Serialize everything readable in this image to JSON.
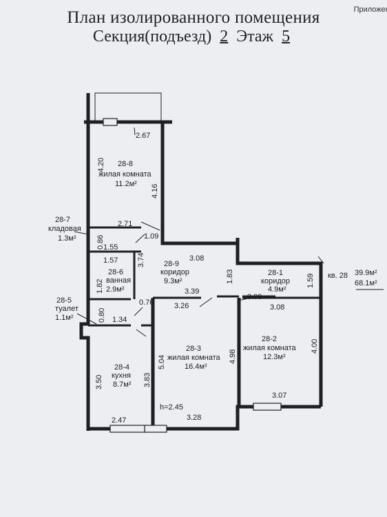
{
  "header": {
    "title": "План изолированного помещения",
    "section_label": "Секция(подъезд)",
    "section_value": "2",
    "floor_label": "Этаж",
    "floor_value": "5",
    "corner_text": "Приложени"
  },
  "apartment": {
    "label": "кв. 28",
    "living_area": "39.9м²",
    "total_area": "68.1м²"
  },
  "rooms": {
    "r288": {
      "id": "28-8",
      "name": "жилая комната",
      "area": "11.2м²"
    },
    "r287": {
      "id": "28-7",
      "name": "кладовая",
      "area": "1.3м²"
    },
    "r286": {
      "id": "28-6",
      "name": "ванная",
      "area": "2.9м²"
    },
    "r285": {
      "id": "28-5",
      "name": "туалет",
      "area": "1.1м²"
    },
    "r284": {
      "id": "28-4",
      "name": "кухня",
      "area": "8.7м²"
    },
    "r289": {
      "id": "28-9",
      "name": "коридор",
      "area": "9.3м²"
    },
    "r283": {
      "id": "28-3",
      "name": "жилая комната",
      "area": "16.4м²"
    },
    "r282": {
      "id": "28-2",
      "name": "жилая комната",
      "area": "12.3м²"
    },
    "r281": {
      "id": "28-1",
      "name": "коридор",
      "area": "4.9м²"
    }
  },
  "dimensions": {
    "d267": "2.67",
    "d420": "4.20",
    "d416": "4.16",
    "d271": "2.71",
    "d109": "1.09",
    "d086": "0.86",
    "d155": "1.55",
    "d157": "1.57",
    "d374": "3.74",
    "d308a": "3.08",
    "d183a": "1.83",
    "d182": "1.82",
    "d339": "3.39",
    "d326": "3.26",
    "d076": "0.76",
    "d080": "0.80",
    "d134": "1.34",
    "d309": "3.09",
    "d308b": "3.08",
    "d159": "1.59",
    "d504": "5.04",
    "d498": "4.98",
    "d400": "4.00",
    "d350": "3.50",
    "d383": "3.83",
    "d307": "3.07",
    "height": "h=2.45",
    "d247": "2.47",
    "d328": "3.28"
  }
}
